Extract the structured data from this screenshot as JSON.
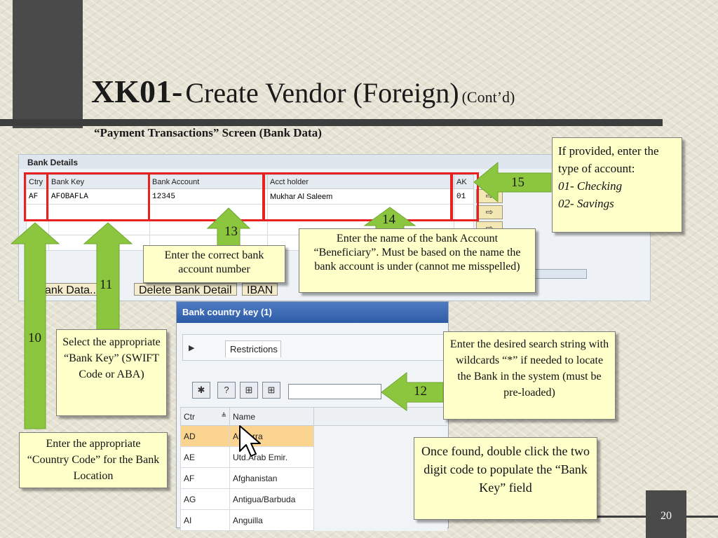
{
  "slide": {
    "title_code": "XK01-",
    "title_main": "Create Vendor (Foreign)",
    "title_suffix": "(Cont’d)",
    "subtitle": "“Payment Transactions” Screen (Bank Data)",
    "page_number": "20"
  },
  "bank_details": {
    "header": "Bank Details",
    "columns": [
      "Ctry",
      "Bank Key",
      "Bank Account",
      "Acct holder",
      "AK"
    ],
    "row": {
      "ctry": "AF",
      "bank_key": "AFOBAFLA",
      "bank_account": "12345",
      "acct_holder": "Mukhar Al Saleem",
      "ak": "01"
    },
    "buttons": {
      "bank_data": "ank Data...",
      "delete_bank_detail": "Delete Bank Detail",
      "iban": "IBAN"
    }
  },
  "popup": {
    "title": "Bank country key (1)",
    "tab_label": "Restrictions",
    "search_value": "",
    "columns": [
      "Ctr",
      "Name"
    ],
    "rows": [
      {
        "code": "AD",
        "name": "Andorra"
      },
      {
        "code": "AE",
        "name": "Utd.Arab Emir."
      },
      {
        "code": "AF",
        "name": "Afghanistan"
      },
      {
        "code": "AG",
        "name": "Antigua/Barbuda"
      },
      {
        "code": "AI",
        "name": "Anguilla"
      }
    ]
  },
  "callouts": {
    "c15": "If provided, enter the type of account:",
    "c15_opt1": "01- Checking",
    "c15_opt2": "02- Savings",
    "c13": "Enter the correct bank account number",
    "c14": "Enter the name of the bank Account “Beneficiary”.  Must be based on the name the bank account is under (cannot me misspelled)",
    "c11": "Select the appropriate “Bank Key” (SWIFT Code or ABA)",
    "c10": "Enter the appropriate “Country Code” for the Bank Location",
    "c12": "Enter the desired search string with wildcards “*” if needed to locate the Bank in the system (must be pre-loaded)",
    "c_found": "Once found, double click the two digit code to populate the “Bank Key” field"
  },
  "step_numbers": {
    "n10": "10",
    "n11": "11",
    "n12": "12",
    "n13": "13",
    "n14": "14",
    "n15": "15"
  },
  "colors": {
    "arrow_green": "#8cc63f",
    "highlight_red": "#e82020",
    "callout_yellow": "#ffffc9"
  }
}
